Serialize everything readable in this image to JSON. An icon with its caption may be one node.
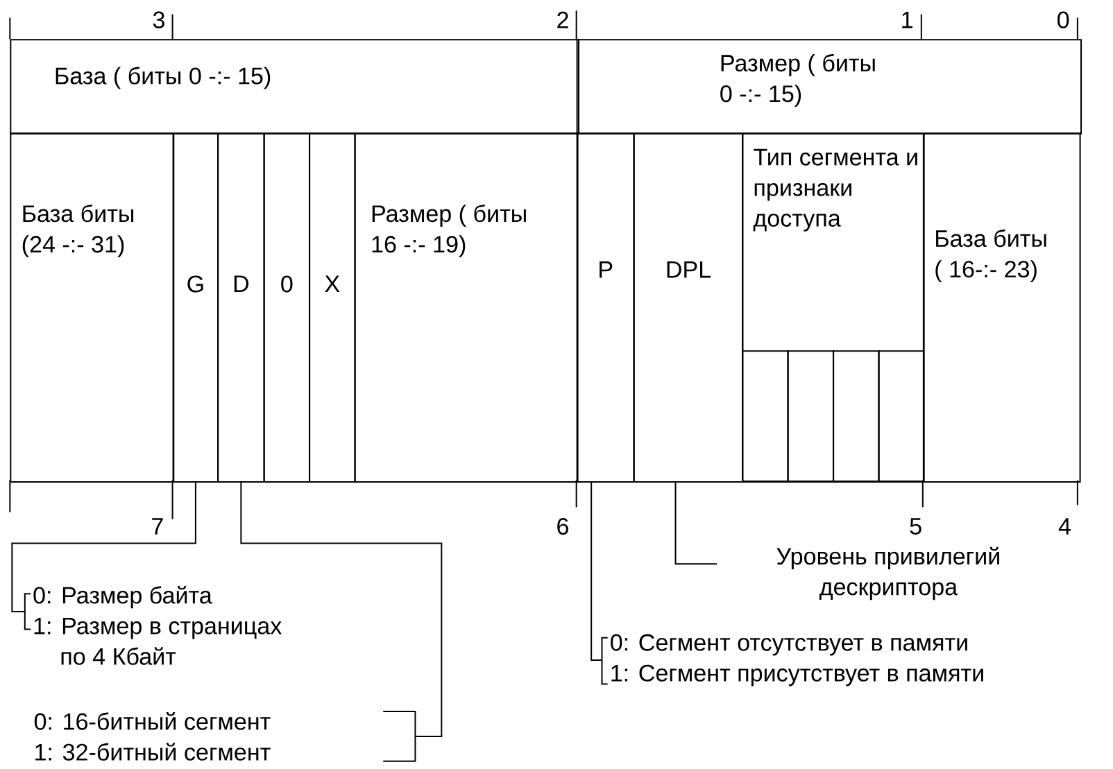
{
  "diagram": {
    "nodes": [
      {
        "text": [
          "База ( биты 0 -:- 15)"
        ]
      },
      {
        "text": [
          "Размер ( биты 0 -:- 15)"
        ]
      },
      {
        "text": [
          "База биты (24 -:- 31)"
        ]
      },
      {
        "text": [
          "G"
        ]
      },
      {
        "text": [
          "D"
        ]
      },
      {
        "text": [
          "0"
        ]
      },
      {
        "text": [
          "X"
        ]
      },
      {
        "text": [
          "Размер ( биты 16 -:- 19)"
        ]
      },
      {
        "text": [
          "P"
        ]
      },
      {
        "text": [
          "DPL"
        ]
      },
      {
        "text": [
          "Тип сегмента и признаки доступа"
        ]
      },
      {
        "text": [],
        "shape": "box",
        "in": 10
      },
      {
        "text": [],
        "shape": "box",
        "in": 10
      },
      {
        "text": [],
        "shape": "box",
        "in": 10
      },
      {
        "text": [],
        "shape": "box",
        "in": 10
      },
      {
        "text": [
          "База биты ( 16-:- 23)"
        ]
      },
      {
        "text": [
          "0: Размер байта",
          "1: Размер в страницах по 4 Кбайт"
        ]
      },
      {
        "text": [
          "0: 16-битный сегмент",
          "1: 32-битный сегмент"
        ]
      },
      {
        "text": [
          "Уровень привилегий дескриптора"
        ]
      },
      {
        "text": [
          "0: Сегмент отсутствует в памяти",
          "1: Сегмент присутствует в памяти"
        ]
      }
    ],
    "edges": [
      {
        "from": 3,
        "to": 16,
        "arrow": "none"
      },
      {
        "from": 4,
        "to": 17,
        "arrow": "none"
      },
      {
        "from": 8,
        "to": 19,
        "arrow": "none"
      },
      {
        "from": 9,
        "to": 18,
        "arrow": "none"
      }
    ],
    "labels": [
      "3",
      "2",
      "1",
      "0",
      "7",
      "6",
      "5",
      "4"
    ]
  }
}
